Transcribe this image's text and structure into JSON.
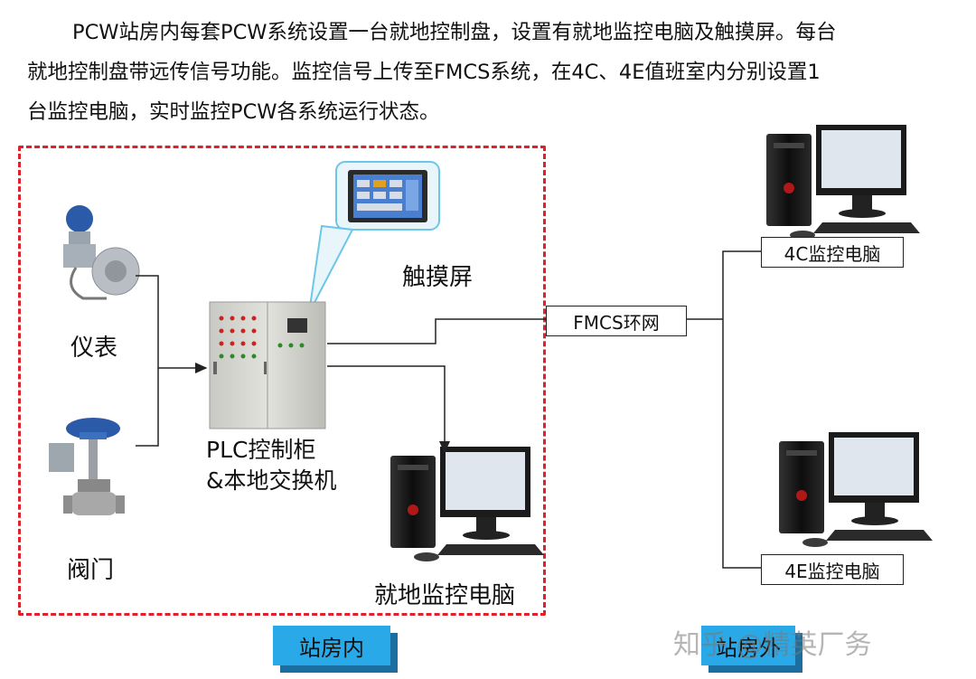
{
  "intro": {
    "line1": "PCW站房内每套PCW系统设置一台就地控制盘，设置有就地监控电脑及触摸屏。每台",
    "line2": "就地控制盘带远传信号功能。监控信号上传至FMCS系统，在4C、4E值班室内分别设置1",
    "line3": "台监控电脑，实时监控PCW各系统运行状态。"
  },
  "nodes": {
    "instrument": "仪表",
    "valve": "阀门",
    "touchscreen": "触摸屏",
    "plc_line1": "PLC控制柜",
    "plc_line2": "&本地交换机",
    "local_pc": "就地监控电脑",
    "fmcs": "FMCS环网",
    "pc_4c": "4C监控电脑",
    "pc_4e": "4E监控电脑"
  },
  "zones": {
    "inside": "站房内",
    "outside": "站房外"
  },
  "watermark": "知乎 @精英厂务",
  "colors": {
    "boundary": "#e0202a",
    "zone": "#2aa9e8",
    "line": "#222222"
  }
}
